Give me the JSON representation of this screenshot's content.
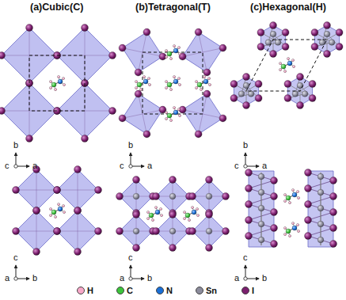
{
  "diagram": {
    "labels": [
      "(a)Cubic(C)",
      "(b)Tetragonal(T)",
      "(c)Hexagonal(H)",
      "b",
      "a",
      "c",
      "b",
      "a",
      "c",
      "b",
      "a",
      "c",
      "c",
      "a",
      "b",
      "c",
      "a",
      "b",
      "c",
      "a",
      "b"
    ],
    "legend": [
      {
        "text": "H",
        "color": "#f7a8c8"
      },
      {
        "text": "C",
        "color": "#3cc43c"
      },
      {
        "text": "N",
        "color": "#1a6fd6"
      },
      {
        "text": "Sn",
        "color": "#8c8c9c"
      },
      {
        "text": "I",
        "color": "#7b1f6e"
      }
    ]
  }
}
